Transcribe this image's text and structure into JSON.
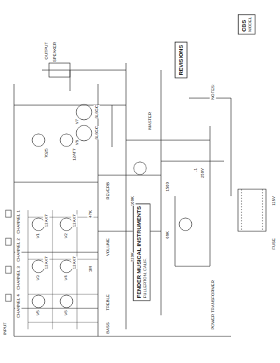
{
  "diagram": {
    "nodes": [
      {
        "text": [
          "FENDER MUSICAL INSTRUMENTS",
          "FULLERTON, CALIF."
        ]
      },
      {
        "text": [
          "CBS",
          "MODEL"
        ]
      },
      {
        "text": [
          "REVISIONS"
        ]
      }
    ],
    "labels": [
      "INPUT",
      "CHANNEL 1",
      "CHANNEL 2",
      "CHANNEL 3",
      "CHANNEL 4",
      "V1",
      "V2",
      "V3",
      "V4",
      "V5",
      "V6",
      "12AX7",
      "12AX7",
      "12AX7",
      "12AX7",
      "7025",
      "12AT7",
      "6L6GC",
      "6L6GC",
      "V7",
      "V8",
      "OUTPUT",
      "SPEAKER",
      "POWER TRANSFORMER",
      "115V",
      "FUSE",
      "NOTES:",
      "REVERB",
      "VOLUME",
      "TREBLE",
      "BASS",
      "MASTER",
      "47K",
      "1M",
      "100K",
      "220K",
      "1500",
      "68K",
      ".1",
      "250V"
    ]
  }
}
